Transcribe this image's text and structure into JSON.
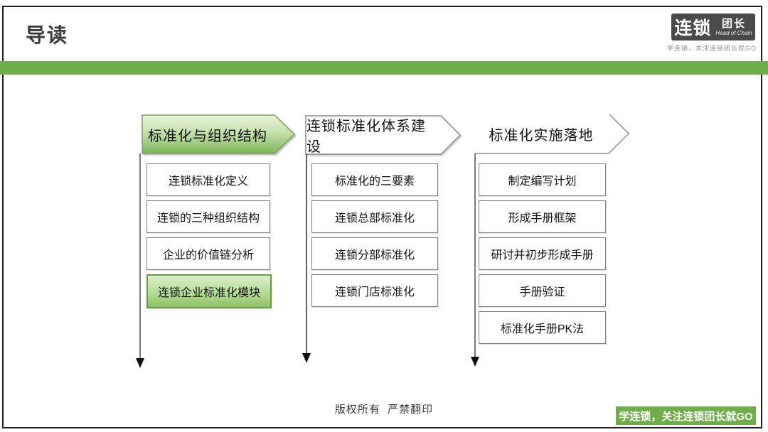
{
  "header": {
    "title": "导读",
    "logo": {
      "name_main": "连锁",
      "name_sub": "团长",
      "name_en": "Head of Chain",
      "tagline": "学连锁，关注连锁团长就GO"
    }
  },
  "columns": [
    {
      "header": "标准化与组织结构",
      "items": [
        "连锁标准化定义",
        "连锁的三种组织结构",
        "企业的价值链分析",
        "连锁企业标准化模块"
      ]
    },
    {
      "header": "连锁标准化体系建设",
      "items": [
        "标准化的三要素",
        "连锁总部标准化",
        "连锁分部标准化",
        "连锁门店标准化"
      ]
    },
    {
      "header": "标准化实施落地",
      "items": [
        "制定编写计划",
        "形成手册框架",
        "研讨并初步形成手册",
        "手册验证",
        "标准化手册PK法"
      ]
    }
  ],
  "footer": {
    "copyright": "版权所有  严禁翻印",
    "badge": "学连锁，关注连锁团长就GO"
  },
  "colors": {
    "accent_green": "#6fad4a",
    "header_gradient_top": "#e7f3da",
    "header_gradient_bottom": "#7eb55a",
    "box_border": "#7f7f7f"
  }
}
